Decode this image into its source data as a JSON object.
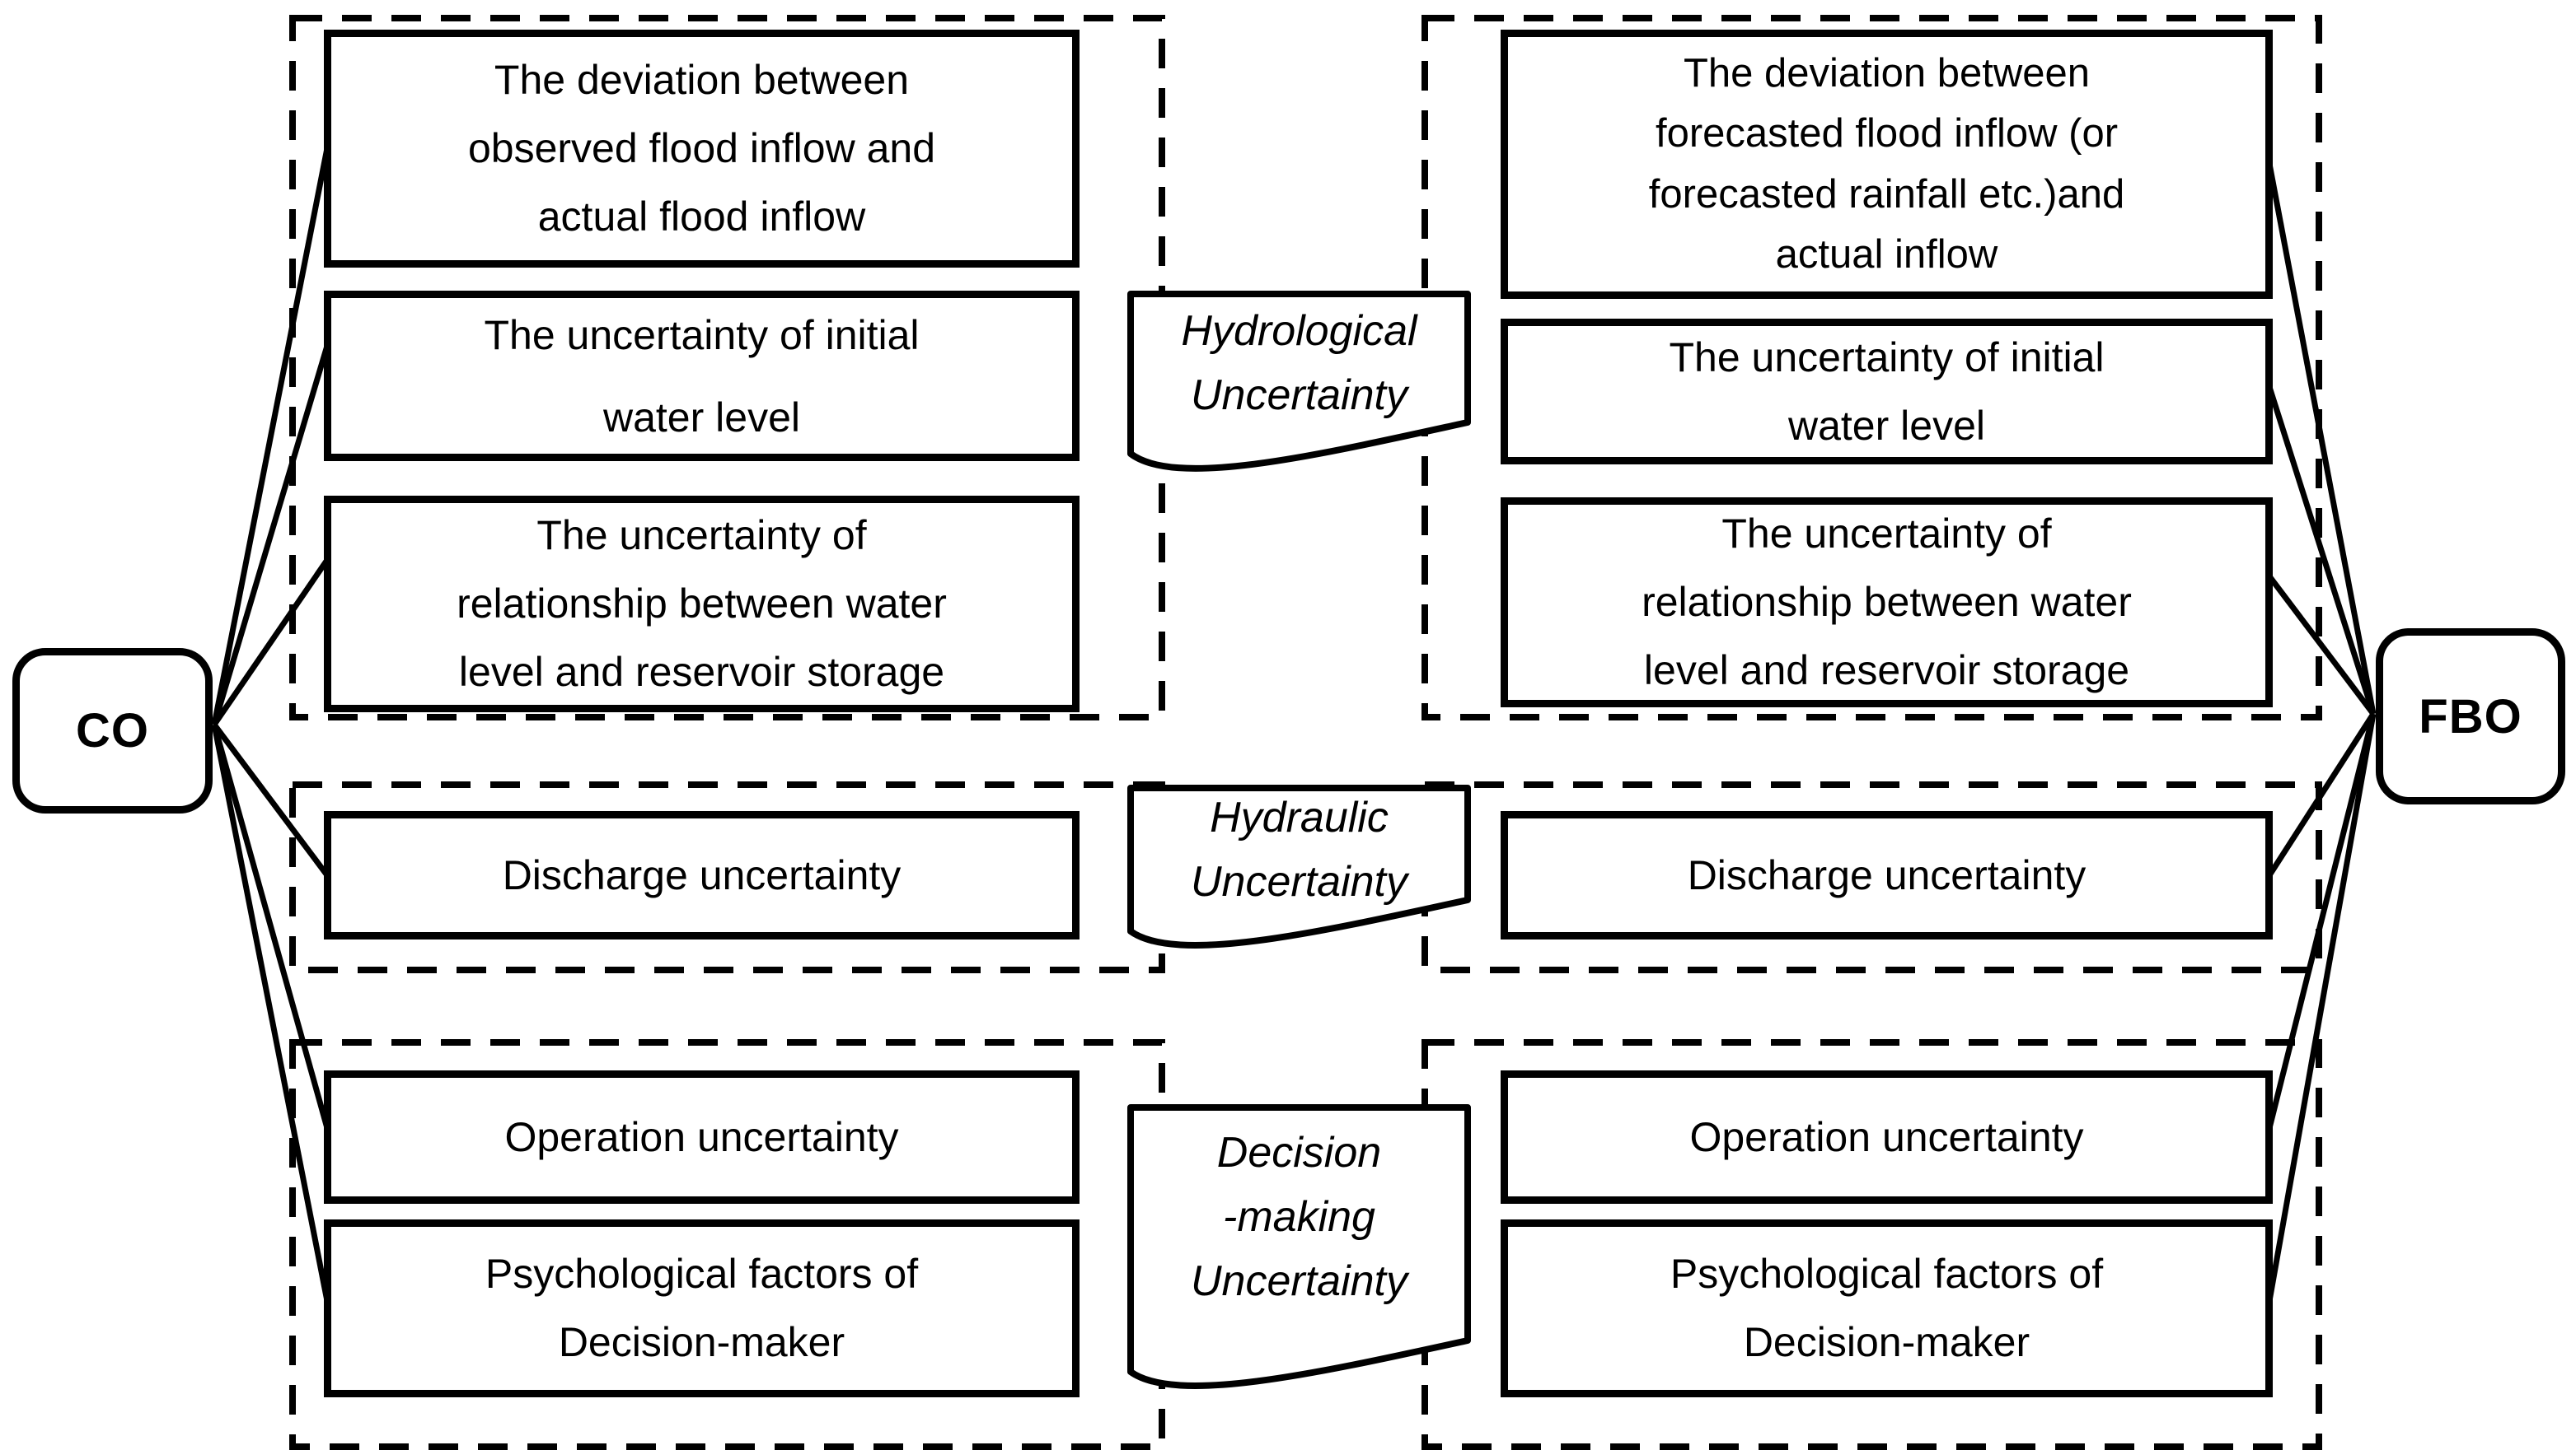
{
  "nodes": {
    "co": "CO",
    "fbo": "FBO"
  },
  "category_labels": {
    "hydrological": "Hydrological\nUncertainty",
    "hydraulic": "Hydraulic\nUncertainty",
    "decision": "Decision\n-making\nUncertainty"
  },
  "co_boxes": [
    "The deviation between\nobserved flood inflow and\nactual flood inflow",
    "The uncertainty of initial\nwater level",
    "The uncertainty of\nrelationship between water\nlevel and reservoir storage",
    "Discharge uncertainty",
    "Operation uncertainty",
    "Psychological factors of\nDecision-maker"
  ],
  "fbo_boxes": [
    "The deviation between\nforecasted flood inflow (or\nforecasted rainfall etc.)and\nactual inflow",
    "The uncertainty of initial\nwater level",
    "The uncertainty of\nrelationship between water\nlevel and reservoir storage",
    "Discharge uncertainty",
    "Operation uncertainty",
    "Psychological factors of\nDecision-maker"
  ],
  "colors": {
    "ink": "#000000",
    "background": "#ffffff"
  }
}
